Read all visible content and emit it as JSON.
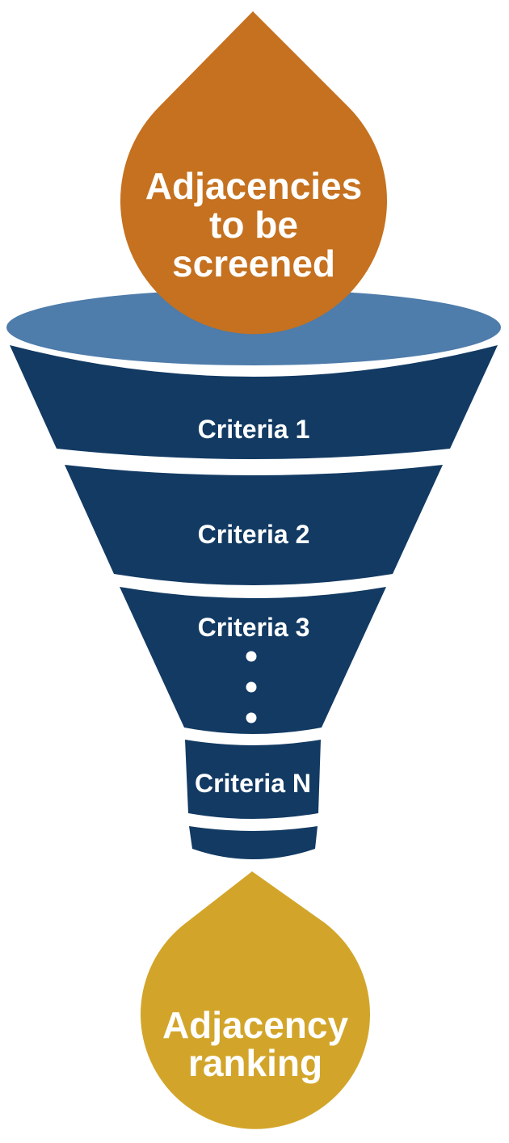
{
  "diagram": {
    "title": "adjacency-screening-funnel",
    "top_drop": {
      "line1": "Adjacencies",
      "line2": "to be",
      "line3": "screened"
    },
    "funnel": {
      "stage1": "Criteria 1",
      "stage2": "Criteria 2",
      "stage3": "Criteria 3",
      "stageN": "Criteria N",
      "ellipsis_dot_count": "3"
    },
    "bottom_drop": {
      "line1": "Adjacency",
      "line2": "ranking"
    }
  },
  "colors": {
    "orange_drop": "#c5711f",
    "funnel_navy": "#123a63",
    "funnel_mouth_blue": "#4e7cab",
    "gold_drop": "#d2a52a",
    "label_white": "#ffffff",
    "background": "#ffffff",
    "gap_white": "#ffffff"
  }
}
